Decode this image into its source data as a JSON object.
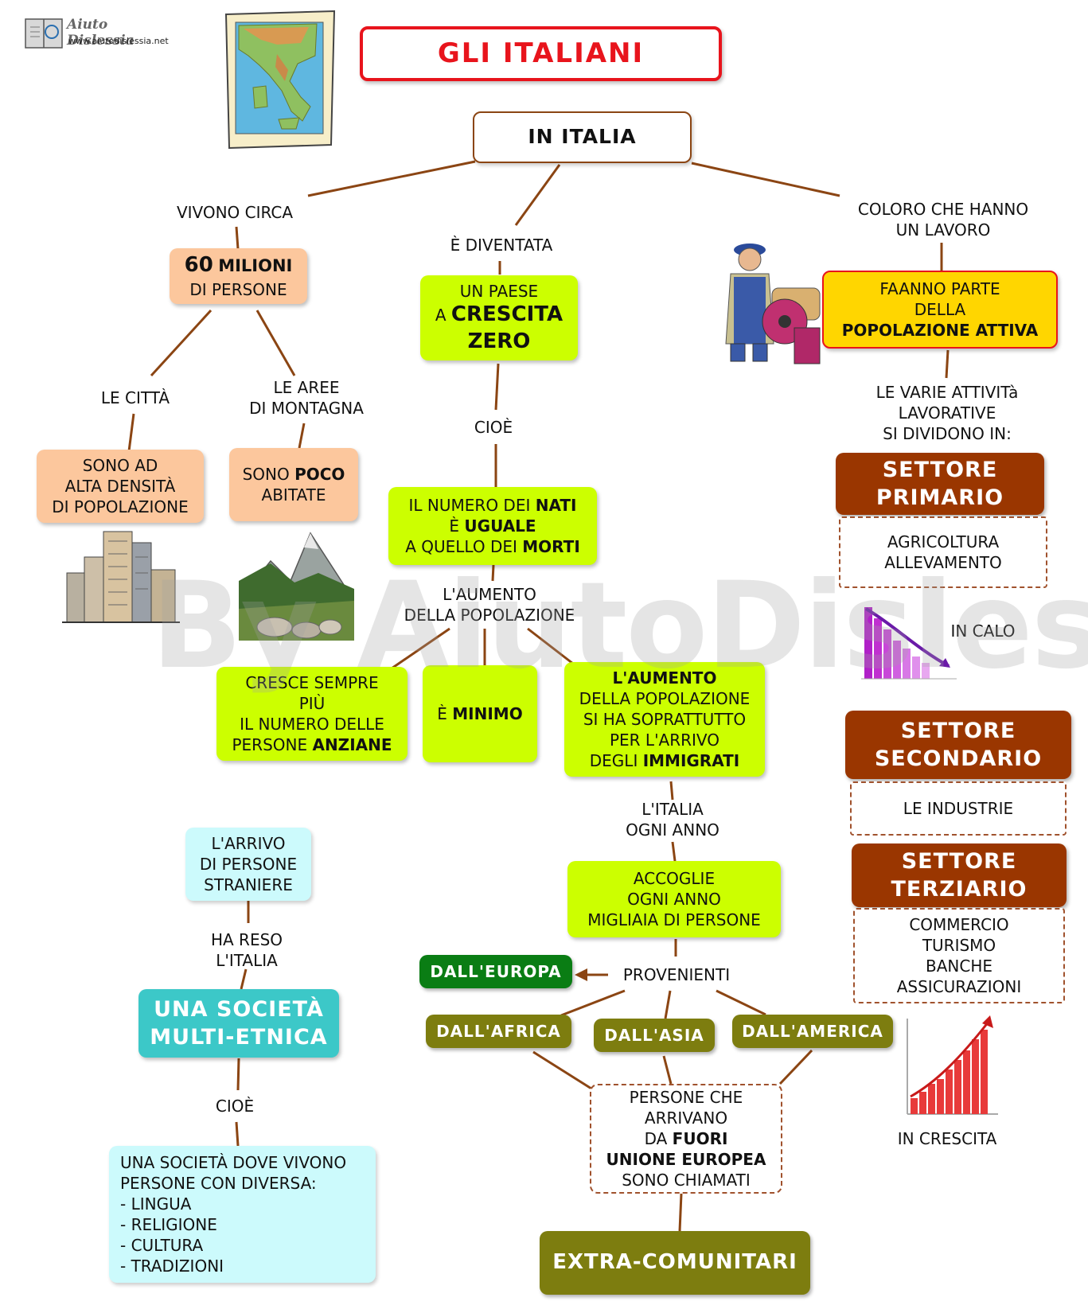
{
  "logo": {
    "name": "Aiuto Dislessia",
    "url_text": "www.aiutodislessia.net"
  },
  "title": "GLI ITALIANI",
  "root": "IN ITALIA",
  "watermark": "By AiutoDislessia.net",
  "left_branch": {
    "link": "VIVONO CIRCA",
    "node_big": "60",
    "node_bold": "MILIONI",
    "node_line2": "DI PERSONE",
    "city_link": "LE  CITTÀ",
    "city_node": [
      "SONO AD",
      "ALTA DENSITÀ",
      "DI POPOLAZIONE"
    ],
    "mountain_link": [
      "LE AREE",
      "DI MONTAGNA"
    ],
    "mountain_pre": "SONO ",
    "mountain_bold": "POCO",
    "mountain_line2": "ABITATE"
  },
  "middle_branch": {
    "link": "È DIVENTATA",
    "node_line1": "UN PAESE",
    "node_a": "A ",
    "node_bold1": "CRESCITA",
    "node_bold2": "ZERO",
    "link2": "CIOÈ",
    "births_1a": "IL NUMERO DEI ",
    "births_1b": "NATI",
    "births_2a": "È ",
    "births_2b": "UGUALE",
    "births_3a": "A QUELLO DEI ",
    "births_3b": "MORTI",
    "link3": [
      "L'AUMENTO",
      "DELLA POPOLAZIONE"
    ],
    "elderly_1": "CRESCE SEMPRE",
    "elderly_2": "PIÙ",
    "elderly_3": "IL NUMERO DELLE",
    "elderly_4a": "PERSONE ",
    "elderly_4b": "ANZIANE",
    "minimal_a": "È ",
    "minimal_b": "MINIMO",
    "immig_1": "L'AUMENTO",
    "immig_2": "DELLA POPOLAZIONE",
    "immig_3": "SI HA SOPRATTUTTO",
    "immig_4": "PER L'ARRIVO",
    "immig_5a": "DEGLI ",
    "immig_5b": "IMMIGRATI",
    "link4": [
      "L'ITALIA",
      "OGNI ANNO"
    ],
    "welcome": [
      "ACCOGLIE",
      "OGNI ANNO",
      "MIGLIAIA DI PERSONE"
    ],
    "link5": "PROVENIENTI",
    "origins": {
      "europe": "DALL'EUROPA",
      "africa": "DALL'AFRICA",
      "asia": "DALL'ASIA",
      "america": "DALL'AMERICA"
    },
    "outside_1": "PERSONE CHE",
    "outside_2": "ARRIVANO",
    "outside_3a": "DA ",
    "outside_3b": "FUORI",
    "outside_4": "UNIONE  EUROPEA",
    "outside_5": "SONO CHIAMATI",
    "extra": "EXTRA-COMUNITARI"
  },
  "society": {
    "arrival": [
      "L'ARRIVO",
      "DI PERSONE",
      "STRANIERE"
    ],
    "link": [
      "HA RESO",
      "L'ITALIA"
    ],
    "node": [
      "UNA SOCIETÀ",
      "MULTI-ETNICA"
    ],
    "link2": "CIOÈ",
    "detail": [
      "UNA SOCIETÀ DOVE VIVONO",
      "PERSONE CON DIVERSA:",
      "- LINGUA",
      "- RELIGIONE",
      "- CULTURA",
      "- TRADIZIONI"
    ]
  },
  "right_branch": {
    "link": [
      "COLORO CHE HANNO",
      "UN LAVORO"
    ],
    "node_1": "FAANNO PARTE",
    "node_2": "DELLA",
    "node_3": "POPOLAZIONE ATTIVA",
    "link2": [
      "LE VARIE ATTIVITà",
      "LAVORATIVE",
      "SI DIVIDONO IN:"
    ],
    "primary_title": [
      "SETTORE",
      "PRIMARIO"
    ],
    "primary_items": [
      "AGRICOLTURA",
      "ALLEVAMENTO"
    ],
    "decline": "IN CALO",
    "secondary_title": [
      "SETTORE",
      "SECONDARIO"
    ],
    "secondary_items": [
      "LE INDUSTRIE"
    ],
    "tertiary_title": [
      "SETTORE",
      "TERZIARIO"
    ],
    "tertiary_items": [
      "COMMERCIO",
      "TURISMO",
      "BANCHE",
      "ASSICURAZIONI"
    ],
    "growth": "IN CRESCITA"
  },
  "colors": {
    "title_border": "#e8141c",
    "title_text": "#e8141c",
    "connector": "#8b4513",
    "green": "#ccff00",
    "peach": "#fcc79d",
    "cyan": "#ccfafc",
    "teal": "#3cc8c8",
    "sector": "#9a3600",
    "olive": "#7d7d0f",
    "dark_green": "#0a7d14",
    "yellow": "#ffd600"
  }
}
